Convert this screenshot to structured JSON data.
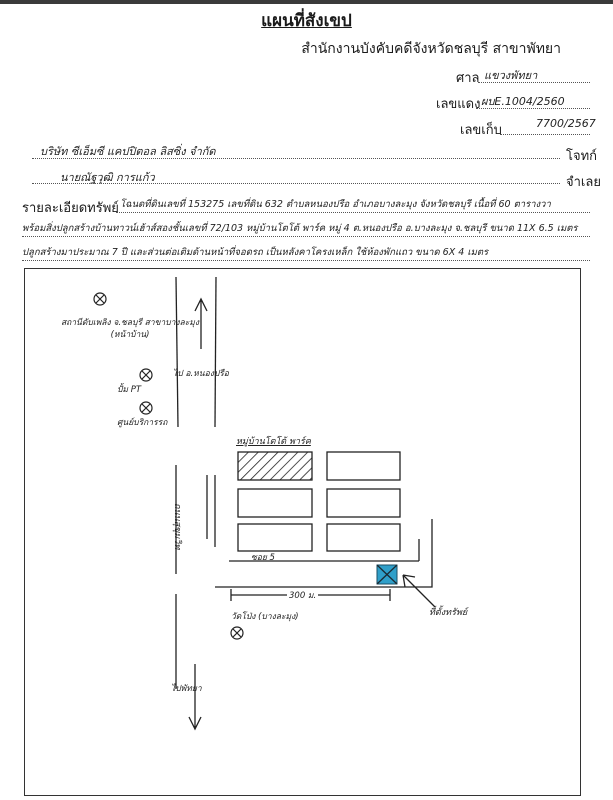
{
  "header": {
    "title": "แผนที่สังเขป",
    "office": "สำนักงานบังคับคดีจังหวัดชลบุรี สาขาพัทยา",
    "court_label": "ศาล",
    "court_value": "แขวงพัทยา",
    "case_label": "เลขแดง",
    "case_value": "ผบE.1004/2560",
    "file_label": "เลขเก็บ",
    "file_value": "7700/2567"
  },
  "parties": {
    "plaintiff_name": "บริษัท ซีเอ็มซี แคปปิตอล ลิสซิ่ง จำกัด",
    "plaintiff_label": "โจทก์",
    "defendant_name": "นายณัฐวุฒิ การแก้ว",
    "defendant_label": "จำเลย"
  },
  "property": {
    "label": "รายละเอียดทรัพย์",
    "line1": "โฉนดที่ดินเลขที่ 153275 เลขที่ดิน 632 ตำบลหนองปรือ อำเภอบางละมุง จังหวัดชลบุรี เนื้อที่ 60 ตารางวา",
    "line2": "พร้อมสิ่งปลูกสร้างบ้านทาวน์เฮ้าส์สองชั้นเลขที่ 72/103 หมู่บ้านโตโต้ พาร์ค หมู่ 4 ต.หนองปรือ อ.บางละมุง จ.ชลบุรี ขนาด 11X 6.5 เมตร",
    "line3": "ปลูกสร้างมาประมาณ 7 ปี และส่วนต่อเติมด้านหน้าที่จอดรถ เป็นหลังคาโครงเหล็ก ใช้ห้องพักแถว ขนาด 6X 4 เมตร"
  },
  "map": {
    "landmark_top": "สถานีดับเพลิง จ.ชลบุรี สาขาบางละมุง (หน้าบ้าน)",
    "to_north": "ไป อ.หนองปรือ",
    "gas_station": "ปั้ม PT",
    "service_center": "ศูนย์บริการรถ",
    "village": "หมู่บ้านโตโต้ พาร์ค",
    "main_road": "ถนนสุขุมวิท",
    "soi": "ซอย 5",
    "distance": "300 ม.",
    "property_label": "ที่ตั้งทรัพย์",
    "temple": "วัดโป่ง (บางละมุง)",
    "to_south": "ไปพัทยา"
  },
  "colors": {
    "target": "#2f9fc9",
    "ink": "#222222"
  }
}
